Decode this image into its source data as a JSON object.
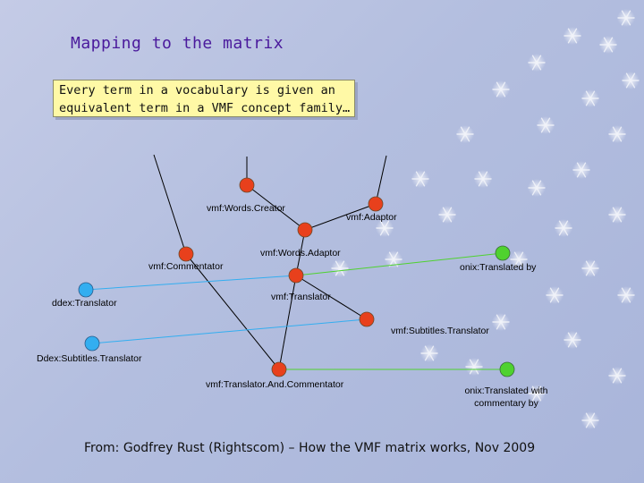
{
  "title": "Mapping to the matrix",
  "callout": {
    "line1": "Every term in a vocabulary is given an",
    "line2": "equivalent term in a VMF concept family…"
  },
  "colors": {
    "vmf_node": "#e8401c",
    "onix_node": "#4fd22f",
    "ddex_node": "#33aef0",
    "hierarchy_edge": "#000000",
    "onix_edge": "#4fd22f",
    "ddex_edge": "#33aef0",
    "title": "#4a1a9c",
    "callout_bg": "#fff9a6"
  },
  "nodes": {
    "words_creator": "vmf:Words.Creator",
    "adaptor": "vmf:Adaptor",
    "words_adaptor": "vmf:Words.Adaptor",
    "commentator": "vmf:Commentator",
    "onix_translated_by": "onix:Translated by",
    "ddex_translator": "ddex:Translator",
    "translator": "vmf:Translator",
    "subtitles_translator": "vmf:Subtitles.Translator",
    "ddex_subtitles_translator": "Ddex:Subtitles.Translator",
    "translator_and_commentator": "vmf:Translator.And.Commentator",
    "onix_translated_with_commentary_by_line1": "onix:Translated with",
    "onix_translated_with_commentary_by_line2": "commentary by"
  },
  "source": "From: Godfrey Rust (Rightscom) – How the VMF matrix works, Nov 2009"
}
